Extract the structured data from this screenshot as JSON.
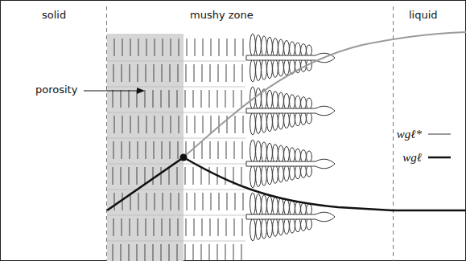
{
  "diagram": {
    "labels": [
      "solid",
      "mushy zone",
      "liquid",
      "porosity"
    ],
    "legend": [
      {
        "text": "wgℓ*"
      },
      {
        "text": "wgℓ"
      }
    ]
  }
}
